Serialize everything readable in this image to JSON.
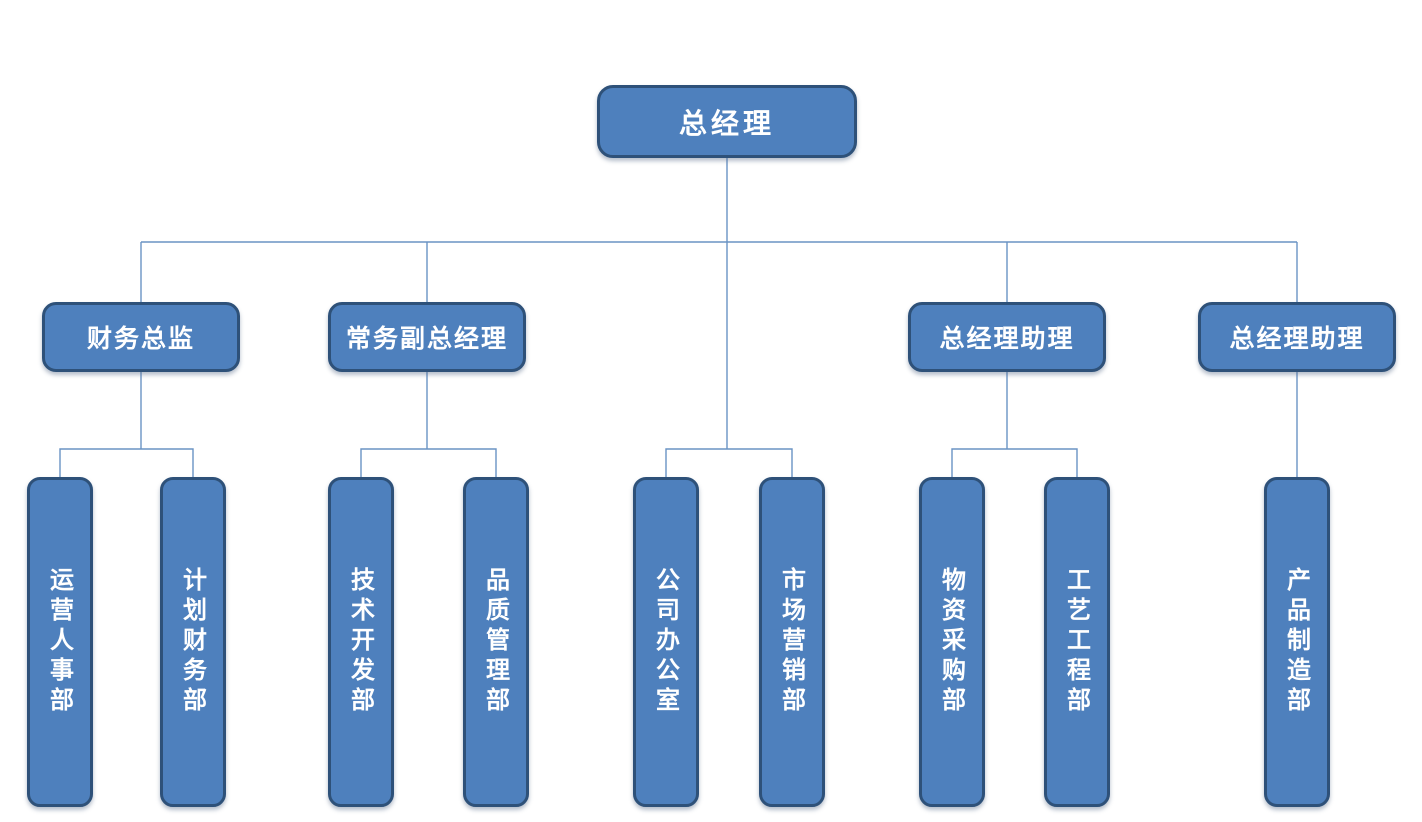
{
  "org_chart": {
    "type": "organization-chart",
    "hierarchy": {
      "label": "总经理",
      "children": [
        {
          "label": "财务总监",
          "children": [
            {
              "label": "运营人事部"
            },
            {
              "label": "计划财务部"
            }
          ]
        },
        {
          "label": "常务副总经理",
          "children": [
            {
              "label": "技术开发部"
            },
            {
              "label": "品质管理部"
            }
          ]
        },
        {
          "label": "公司办公室"
        },
        {
          "label": "市场营销部"
        },
        {
          "label": "总经理助理",
          "children": [
            {
              "label": "物资采购部"
            },
            {
              "label": "工艺工程部"
            }
          ]
        },
        {
          "label": "总经理助理",
          "children": [
            {
              "label": "产品制造部"
            }
          ]
        }
      ]
    },
    "colors": {
      "node_fill": "#4E80BD",
      "node_border": "#2E5179",
      "node_text": "#FFFFFF",
      "connector": "#6A93C4",
      "background": "#FFFFFF"
    }
  }
}
